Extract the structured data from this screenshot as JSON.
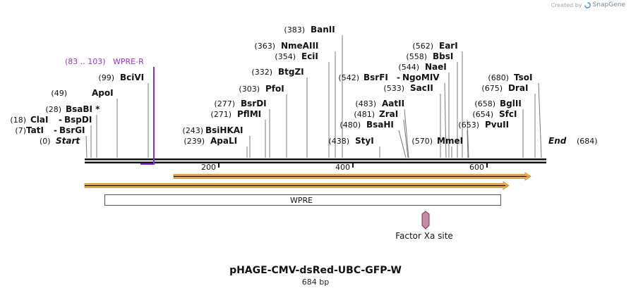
{
  "credit": {
    "prefix": "Created by",
    "brand": "SnapGene"
  },
  "map": {
    "title": "pHAGE-CMV-dsRed-UBC-GFP-W",
    "subtitle": "684 bp",
    "ruler_ticks": [
      "200",
      "400",
      "600"
    ],
    "start_label": "Start",
    "start_pos": "(0)",
    "end_label": "End",
    "end_pos": "(684)",
    "primer": {
      "label": "WPRE-R",
      "range": "(83 .. 103)"
    },
    "feature_label": "WPRE",
    "site_label": "Factor Xa site",
    "enzymes": [
      {
        "pos": "(7)",
        "name": "TatI",
        "alt": "BsrGI"
      },
      {
        "pos": "(18)",
        "name": "ClaI",
        "alt": "BspDI"
      },
      {
        "pos": "(28)",
        "name": "BsaBI",
        "mark": "*"
      },
      {
        "pos": "(49)",
        "name": "ApoI"
      },
      {
        "pos": "(99)",
        "name": "BciVI"
      },
      {
        "pos": "(239)",
        "name": "ApaLI"
      },
      {
        "pos": "(243)",
        "name": "BsiHKAI"
      },
      {
        "pos": "(271)",
        "name": "PflMI"
      },
      {
        "pos": "(277)",
        "name": "BsrDI"
      },
      {
        "pos": "(303)",
        "name": "PfoI"
      },
      {
        "pos": "(332)",
        "name": "BtgZI"
      },
      {
        "pos": "(354)",
        "name": "EciI"
      },
      {
        "pos": "(363)",
        "name": "NmeAIII"
      },
      {
        "pos": "(383)",
        "name": "BanII"
      },
      {
        "pos": "(438)",
        "name": "StyI"
      },
      {
        "pos": "(480)",
        "name": "BsaHI"
      },
      {
        "pos": "(481)",
        "name": "ZraI"
      },
      {
        "pos": "(483)",
        "name": "AatII"
      },
      {
        "pos": "(533)",
        "name": "SacII"
      },
      {
        "pos": "(542)",
        "name": "BsrFI",
        "alt": "NgoMIV"
      },
      {
        "pos": "(544)",
        "name": "NaeI"
      },
      {
        "pos": "(558)",
        "name": "BbsI"
      },
      {
        "pos": "(562)",
        "name": "EarI"
      },
      {
        "pos": "(570)",
        "name": "MmeI"
      },
      {
        "pos": "(653)",
        "name": "PvuII"
      },
      {
        "pos": "(654)",
        "name": "SfcI"
      },
      {
        "pos": "(658)",
        "name": "BglII"
      },
      {
        "pos": "(675)",
        "name": "DraI"
      },
      {
        "pos": "(680)",
        "name": "TsoI"
      }
    ]
  }
}
